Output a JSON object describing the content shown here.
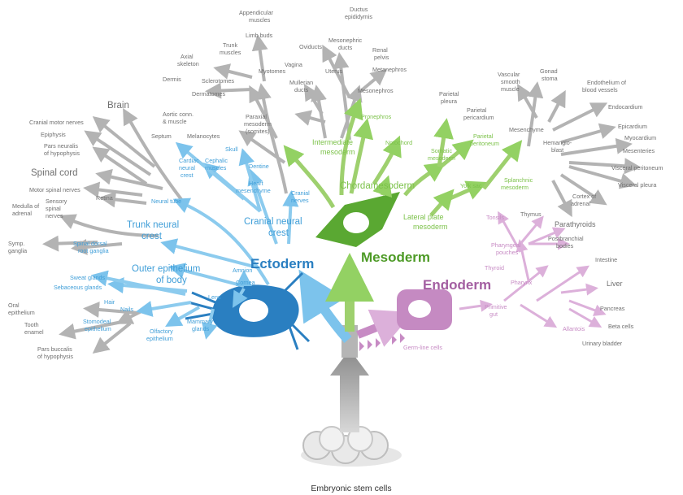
{
  "footer": {
    "label": "Embryonic stem cells"
  },
  "germ_layers": {
    "ectoderm": "Ectoderm",
    "mesoderm": "Mesoderm",
    "endoderm": "Endoderm",
    "germline": "Germ-line cells"
  },
  "ectoderm": {
    "brain": "Brain",
    "cranial_motor_nerves": "Cranial motor nerves",
    "epiphysis": "Epiphysis",
    "pars_neuralis": "Pars neuralis\nof hypophysis",
    "spinal_cord": "Spinal cord",
    "motor_spinal_nerves": "Motor spinal nerves",
    "retina": "Retina",
    "neural_tube": "Neural tube",
    "trunk_neural_crest": "Trunk neural\ncrest",
    "medulla_adrenal": "Medulla of\nadrenal",
    "sensory_spinal_nerves": "Sensory\nspinal\nnerves",
    "symp_ganglia": "Symp.\nganglia",
    "spinal_dorsal_root_ganglia": "Spinal dorsal\nroot ganglia",
    "aortic_conn": "Aortic conn.\n& muscle",
    "septum": "Septum",
    "melanocytes": "Melanocytes",
    "cardiac_neural_crest": "Cardiac\nneural\ncrest",
    "cephalic_muscles": "Cephalic\nmuscles",
    "skull": "Skull",
    "dentine": "Dentine",
    "heart_mesenchyme": "Heart\nmesenchyme",
    "cranial_nerves": "Cranial\nnerves",
    "cranial_neural_crest": "Cranial neural\ncrest",
    "outer_epithelium": "Outer epithelium\nof body",
    "sweat_glands": "Sweat glands",
    "sebaceous_glands": "Sebaceous glands",
    "oral_epithelium": "Oral\nepithelium",
    "hair": "Hair",
    "nails": "Nails",
    "tooth_enamel": "Tooth\nenamel",
    "stomodeal_epithelium": "Stomodeal\nepithelium",
    "pars_buccalis": "Pars buccalis\nof hypophysis",
    "olfactory_epithelium": "Olfactory\nepithelium",
    "amnion": "Amnion",
    "cornea": "Cornea",
    "lens": "Lens",
    "mammary_glands": "Mammary\nglands"
  },
  "mesoderm": {
    "appendicular_muscles": "Appendicular\nmuscles",
    "limb_buds": "Limb buds",
    "trunk_muscles": "Trunk\nmuscles",
    "axial_skeleton": "Axial\nskeleton",
    "myotomes": "Myotomes",
    "dermis": "Dermis",
    "sclerotomes": "Sclerotomes",
    "dermatomes": "Dermatomes",
    "paraxial_mesoderm": "Paraxial\nmesoderm\n(somites)",
    "ductus_epididymis": "Ductus\nepididymis",
    "oviducts": "Oviducts",
    "mesonephric_ducts": "Mesonephric\nducts",
    "renal_pelvis": "Renal\npelvis",
    "metanephros": "Metanephros",
    "vagina": "Vagina",
    "uterus": "Uterus",
    "mullerian_ducts": "Mullerian\nducts",
    "mesonephros": "Mesonephros",
    "pronephros": "Pronephros",
    "intermediate_mesoderm": "Intermediate\nmesoderm",
    "notochord": "Notochord",
    "chordamesoderm": "Chordamesoderm",
    "parietal_pleura": "Parietal\npleura",
    "parietal_pericardium": "Parietal\npericardium",
    "parietal_peritoneum": "Parietal\nperitoneum",
    "somatic_mesoderm": "Somatic\nmesoderm",
    "yolk_sac": "Yolk sac",
    "lateral_plate_mesoderm": "Lateral plate\nmesoderm",
    "vascular_smooth_muscle": "Vascular\nsmooth\nmuscle",
    "gonad_stoma": "Gonad\nstoma",
    "endothelium": "Endothelium of\nblood vessels",
    "endocardium": "Endocardium",
    "mesenchyme": "Mesenchyme",
    "epicardium": "Epicardium",
    "hemangioblast": "Hemangio-\nblast",
    "myocardium": "Myocardium",
    "mesenteries": "Mesenteries",
    "visceral_peritoneum": "Visceral peritoneum",
    "visceral_pleura": "Visceral pleura",
    "splanchnic_mesoderm": "Splanchnic\nmesoderm",
    "cortex_adrenal": "Cortex of\nadrenal"
  },
  "endoderm": {
    "tonsils": "Tonsils",
    "thymus": "Thymus",
    "parathyroids": "Parathyroids",
    "postbranchial": "Postbranchial\nbodies",
    "pharyngeal_pouches": "Pharyngeal\npouches",
    "thyroid": "Thyroid",
    "pharynx": "Pharynx",
    "intestine": "Intestine",
    "liver": "Liver",
    "pancreas": "Pancreas",
    "primitive_gut": "Primitive\ngut",
    "allantois": "Allantois",
    "beta_cells": "Beta cells",
    "urinary_bladder": "Urinary bladder"
  },
  "colors": {
    "stem_gray": "#8c8c8c",
    "ectoderm_blue": "#3f9ed8",
    "ectoderm_cell": "#2a7fc1",
    "mesoderm_green": "#7cc24a",
    "mesoderm_cell": "#5aa832",
    "endoderm_pink": "#c78bc4",
    "endoderm_cell": "#c58ac2"
  }
}
